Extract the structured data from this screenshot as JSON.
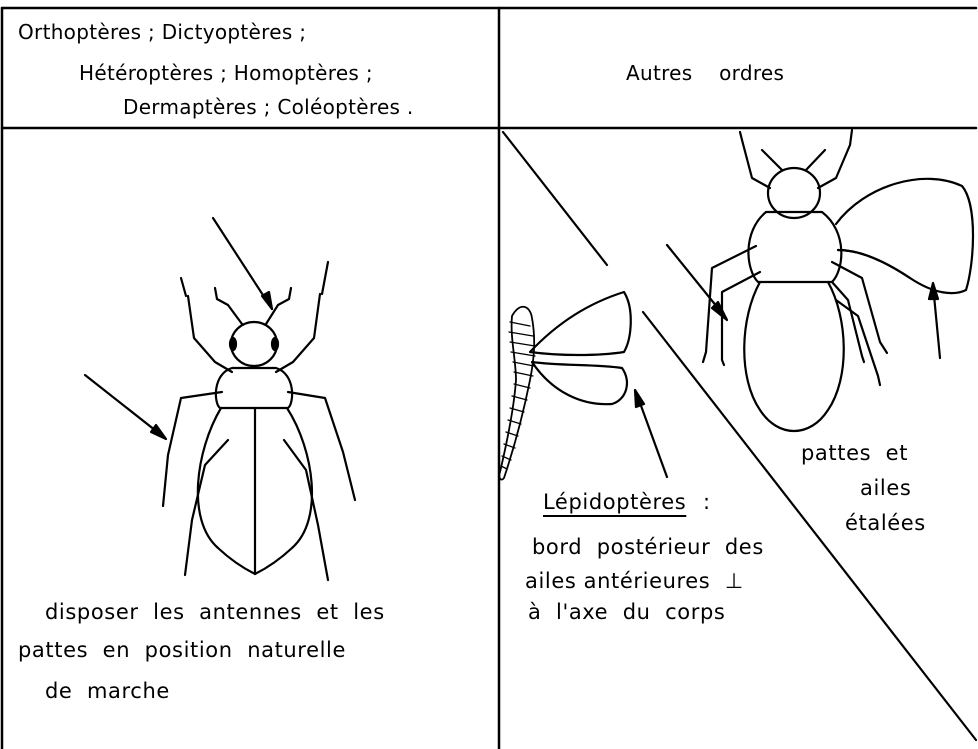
{
  "header": {
    "left_line1": "Orthoptères ; Dictyoptères ;",
    "left_line2": "Hétéroptères ; Homoptères ;",
    "left_line3": "Dermaptères ; Coléoptères .",
    "right_title": "Autres    ordres"
  },
  "left_panel": {
    "caption_line1": "disposer  les  antennes  et  les",
    "caption_line2": "pattes  en  position  naturelle",
    "caption_line3": "de  marche"
  },
  "right_panel": {
    "lepido_title": "Lépidoptères",
    "lepido_colon": ":",
    "lepido_line1": "bord  postérieur  des",
    "lepido_line2": "ailes antérieures  ⊥",
    "lepido_line3": "à  l'axe  du  corps",
    "spread_line1": "pattes  et",
    "spread_line2": "ailes",
    "spread_line3": "étalées"
  }
}
